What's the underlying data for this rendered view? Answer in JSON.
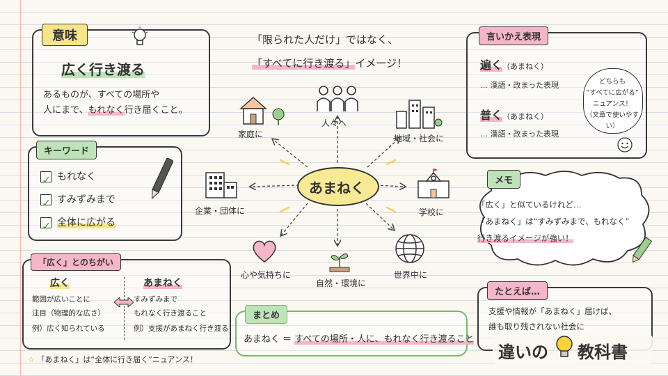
{
  "meaning": {
    "tag": "意味",
    "heading": "広く行き渡る",
    "body_line1": "あるものが、すべての場所や",
    "body_line2_pre": "人にまで、",
    "body_line2_hl": "もれなく",
    "body_line2_post": "行き届くこと。"
  },
  "keywords": {
    "tag": "キーワード",
    "items": [
      "もれなく",
      "すみずみまで",
      "全体に広がる"
    ]
  },
  "comparison": {
    "tag": "「広く」とのちがい",
    "left_title": "広く",
    "left_lines": [
      "範囲が広いことに",
      "注目（物理的な広さ）",
      "例）広く知られている"
    ],
    "right_title": "あまねく",
    "right_lines": [
      "すみずみまで",
      "もれなく行き渡ること",
      "例）支援があまねく行き渡る"
    ]
  },
  "footnote": "「あまねく」は“全体に行き届く”ニュアンス！",
  "top_quote": {
    "line1": "「限られた人だけ」ではなく、",
    "line2_hl": "「すべてに行き渡る」",
    "line2_post": "イメージ！"
  },
  "center": {
    "word": "あまねく",
    "nodes": [
      "人々へ",
      "地域・社会に",
      "学校に",
      "世界中に",
      "自然・環境に",
      "心や気持ちに",
      "企業・団体に",
      "家庭に"
    ]
  },
  "summary": {
    "tag": "まとめ",
    "pre": "あまねく ＝ ",
    "hl": "すべての場所・人に、もれなく行き渡ること"
  },
  "rephrase": {
    "tag": "言いかえ表現",
    "word1": "遍く",
    "reading1": "（あまねく）",
    "note1": "… 漢語・改まった表現",
    "word2": "普く",
    "reading2": "（あまねく）",
    "note2": "… 漢語・改まった表現",
    "bubble_lines": [
      "どちらも",
      "“すべてに広がる”",
      "ニュアンス！",
      "（文章で使いやすい）"
    ]
  },
  "memo": {
    "tag": "メモ",
    "line1": "「広く」と似ているけれど…",
    "line2": "「あまねく」は“すみずみまで、もれなく”",
    "line3_hl": "行き渡るイメージが強い！"
  },
  "example": {
    "tag": "たとえば…",
    "line1": "支援や情報が「あまねく」届けば、",
    "line2": "誰も取り残されない社会に"
  },
  "brand": {
    "part1": "違いの",
    "part2": "教科書"
  },
  "colors": {
    "yellow": "#f7e58a",
    "pink": "#f4b6c8",
    "green": "#bfe3b8",
    "ink": "#3a3a3a"
  }
}
